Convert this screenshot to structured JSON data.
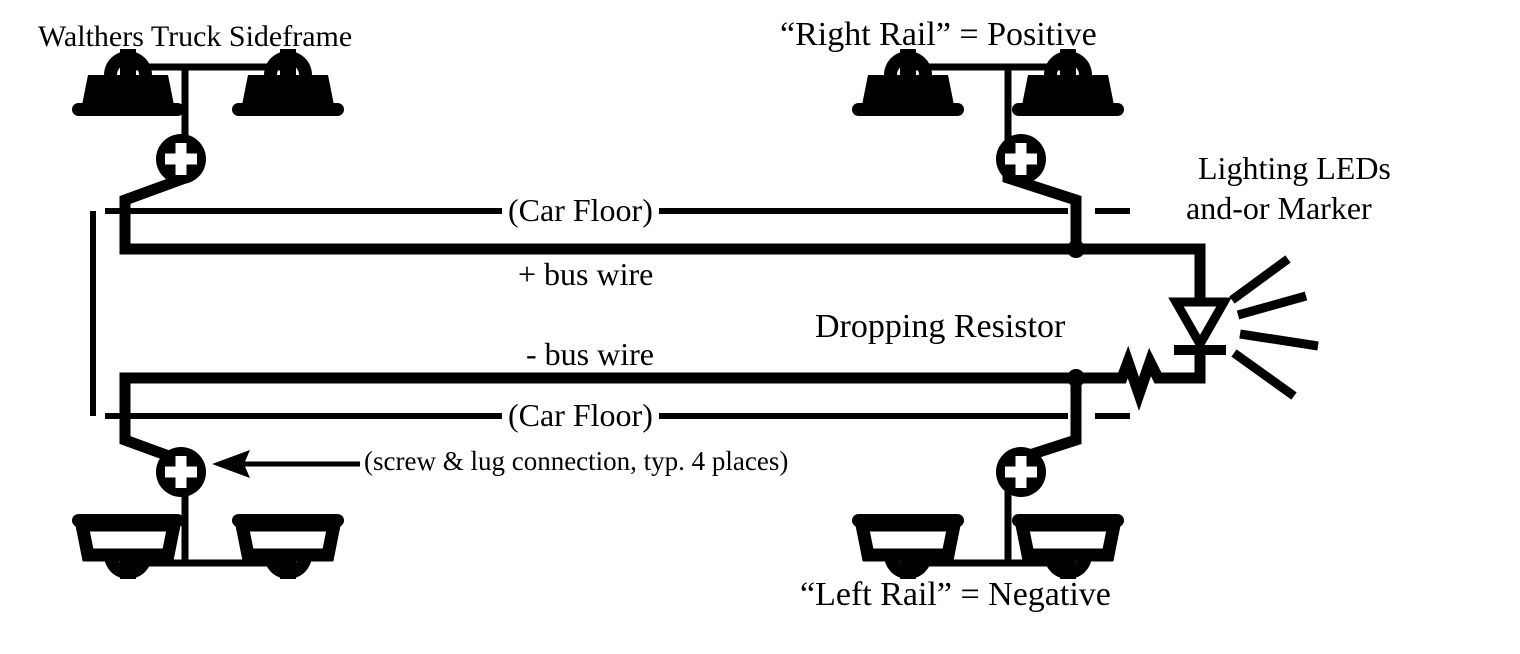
{
  "diagram": {
    "title": "Model railroad car lighting wiring diagram",
    "background_color": "#ffffff",
    "ink_color": "#000000"
  },
  "labels": {
    "sideframe_title": "Walthers Truck Sideframe",
    "right_rail": "“Right Rail” = Positive",
    "left_rail": "“Left Rail” = Negative",
    "car_floor_top": "(Car Floor)",
    "car_floor_bottom": "(Car Floor)",
    "plus_bus_wire": "+ bus wire",
    "minus_bus_wire": "- bus wire",
    "dropping_resistor": "Dropping Resistor",
    "lighting_led_line1": "Lighting LEDs",
    "lighting_led_line2": "and-or Marker",
    "screw_lug_note": "(screw & lug connection, typ. 4 places)"
  },
  "components": {
    "screw_lug_icon": "screw-head-plus-icon",
    "led_icon": "led-diode-icon",
    "resistor_icon": "zigzag-resistor-icon",
    "sideframe_icon": "truck-sideframe-icon",
    "wheel_icon": "wheel-arch-icon",
    "arrow_icon": "left-arrow-icon",
    "screw_count": 4,
    "sideframe_count": 4,
    "led_count": 1,
    "resistor_count": 1
  },
  "nets": {
    "positive": {
      "name": "+ bus wire",
      "polarity": "positive",
      "rail": "Right Rail"
    },
    "negative": {
      "name": "- bus wire",
      "polarity": "negative",
      "rail": "Left Rail"
    }
  }
}
